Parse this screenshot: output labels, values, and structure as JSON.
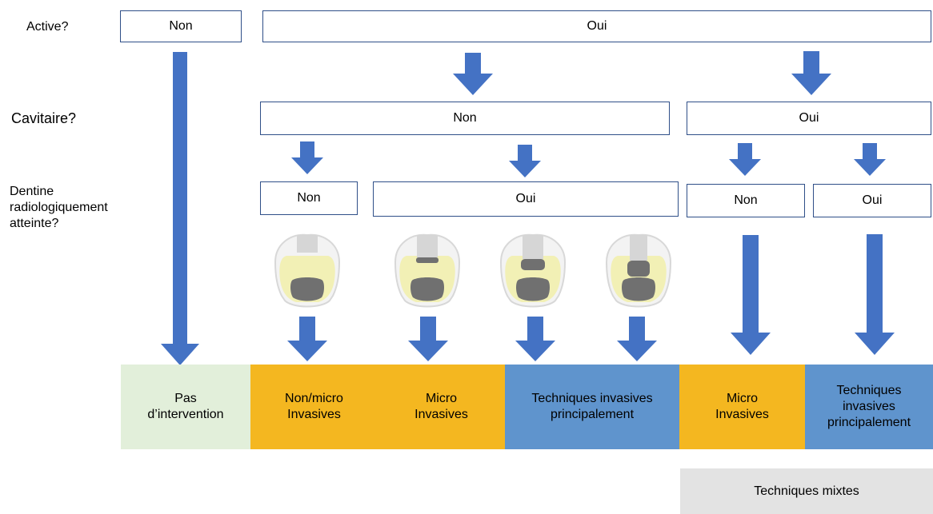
{
  "questions": {
    "active": "Active?",
    "cavitaire": "Cavitaire?",
    "dentine": "Dentine\nradiologiquement\natteinte?"
  },
  "level1": {
    "non": "Non",
    "oui": "Oui"
  },
  "level2": {
    "non": "Non",
    "oui": "Oui"
  },
  "level3": {
    "non_a": "Non",
    "oui_a": "Oui",
    "non_b": "Non",
    "oui_b": "Oui"
  },
  "outcomes": {
    "pas_intervention": "Pas\nd’intervention",
    "non_micro": "Non/micro\nInvasives",
    "micro_a": "Micro\nInvasives",
    "techniques_a": "Techniques invasives\nprincipalement",
    "micro_b": "Micro\nInvasives",
    "techniques_b": "Techniques\ninvasives\nprincipalement"
  },
  "footer": {
    "techniques_mixtes": "Techniques mixtes"
  },
  "colors": {
    "arrow": "#4472c4",
    "green": "#e2efda",
    "orange": "#f4b720",
    "blue": "#5f94cd",
    "grey": "#e3e3e3",
    "tooth_enamel": "#f2f2f2",
    "tooth_dentine": "#f2f0b5",
    "pulp": "#707070",
    "lesion": "#d6d6d6"
  },
  "icons": [
    "down-arrow-icon",
    "tooth-lesion-icon"
  ]
}
